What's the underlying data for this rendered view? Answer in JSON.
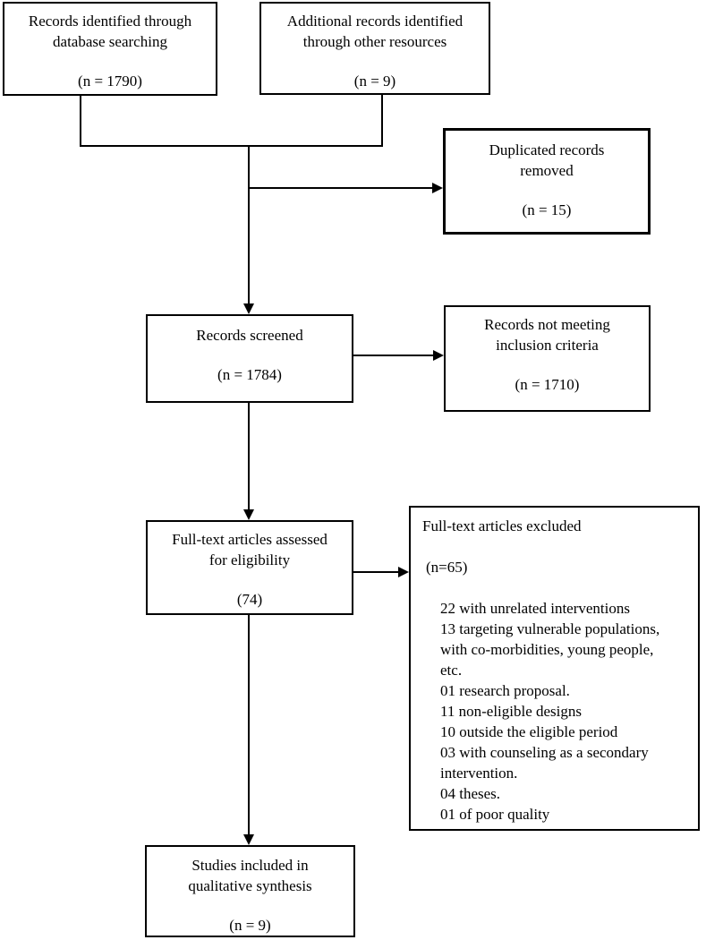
{
  "figure": {
    "background": "#ffffff",
    "line_color": "#000000",
    "text_color": "#000000"
  },
  "boxes": {
    "identified": {
      "line1": "Records identified through",
      "line2": "database searching",
      "n": "(n = 1790)"
    },
    "additional": {
      "line1": "Additional records identified",
      "line2": "through other resources",
      "n": "(n = 9)"
    },
    "duplicates": {
      "line1": "Duplicated records",
      "line2": "removed",
      "n": "(n = 15)"
    },
    "screened": {
      "line1": "Records screened",
      "n": "(n = 1784)"
    },
    "not_meeting": {
      "line1": "Records not meeting",
      "line2": "inclusion criteria",
      "n": "(n = 1710)"
    },
    "fulltext_assessed": {
      "line1": "Full-text articles assessed",
      "line2": "for eligibility",
      "n": "(74)"
    },
    "excluded": {
      "title": "Full-text articles excluded",
      "n": "(n=65)",
      "items": [
        "22 with unrelated interventions",
        "13 targeting vulnerable populations,",
        "with co-morbidities, young people,",
        "etc.",
        "01 research proposal.",
        "11 non-eligible designs",
        "10 outside the eligible period",
        "03 with counseling as a secondary",
        "intervention.",
        "04 theses.",
        "01 of poor quality"
      ]
    },
    "included": {
      "line1": "Studies included in",
      "line2": "qualitative synthesis",
      "n": "(n = 9)"
    }
  }
}
